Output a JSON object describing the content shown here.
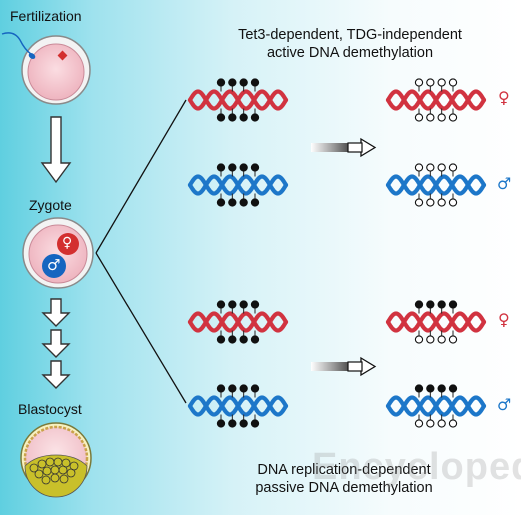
{
  "stages": {
    "fertilization": "Fertilization",
    "zygote": "Zygote",
    "blastocyst": "Blastocyst"
  },
  "active_title": {
    "line1": "Tet3-dependent, TDG-independent",
    "line2": "active DNA demethylation"
  },
  "passive_title": {
    "line1": "DNA replication-dependent",
    "line2": "passive DNA demethylation"
  },
  "pronuclei": {
    "female_symbol": "♀",
    "male_symbol": "♂"
  },
  "watermark": "Encyclopedia",
  "colors": {
    "female_strand": "#d13340",
    "male_strand": "#1d77c9",
    "methyl_mark": "#111111",
    "background_left": "#5fcfe0",
    "background_right": "#ffffff"
  },
  "panels": [
    {
      "name": "active",
      "before": [
        {
          "strand": "female",
          "upper": [
            "methylated",
            "methylated",
            "methylated",
            "methylated"
          ],
          "lower": [
            "methylated",
            "methylated",
            "methylated",
            "methylated"
          ]
        },
        {
          "strand": "male",
          "upper": [
            "methylated",
            "methylated",
            "methylated",
            "methylated"
          ],
          "lower": [
            "methylated",
            "methylated",
            "methylated",
            "methylated"
          ]
        }
      ],
      "after": [
        {
          "strand": "female",
          "symbol": "♀",
          "upper": [
            "unmethylated",
            "unmethylated",
            "unmethylated",
            "unmethylated"
          ],
          "lower": [
            "unmethylated",
            "unmethylated",
            "unmethylated",
            "unmethylated"
          ]
        },
        {
          "strand": "male",
          "symbol": "♂",
          "upper": [
            "unmethylated",
            "unmethylated",
            "unmethylated",
            "unmethylated"
          ],
          "lower": [
            "unmethylated",
            "unmethylated",
            "unmethylated",
            "unmethylated"
          ]
        }
      ]
    },
    {
      "name": "passive",
      "before": [
        {
          "strand": "female",
          "upper": [
            "methylated",
            "methylated",
            "methylated",
            "methylated"
          ],
          "lower": [
            "methylated",
            "methylated",
            "methylated",
            "methylated"
          ]
        },
        {
          "strand": "male",
          "upper": [
            "methylated",
            "methylated",
            "methylated",
            "methylated"
          ],
          "lower": [
            "methylated",
            "methylated",
            "methylated",
            "methylated"
          ]
        }
      ],
      "after": [
        {
          "strand": "female",
          "symbol": "♀",
          "upper": [
            "methylated",
            "methylated",
            "methylated",
            "methylated"
          ],
          "lower": [
            "unmethylated",
            "unmethylated",
            "unmethylated",
            "unmethylated"
          ]
        },
        {
          "strand": "male",
          "symbol": "♂",
          "upper": [
            "methylated",
            "methylated",
            "methylated",
            "methylated"
          ],
          "lower": [
            "unmethylated",
            "unmethylated",
            "unmethylated",
            "unmethylated"
          ]
        }
      ]
    }
  ]
}
